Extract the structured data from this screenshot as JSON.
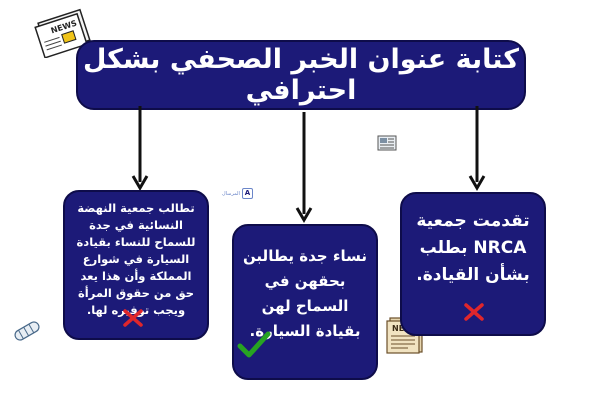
{
  "title": "كتابة عنوان الخبر الصحفي بشكل احترافي",
  "cards": {
    "left": "تطالب جمعية النهضة النسائية في جدة للسماح للنساء بقيادة السيارة في شوارع المملكة وأن هذا يعد حق من حقوق المرأة ويجب توفيره لها.",
    "middle": "نساء جدة يطالبن بحقهن في السماح لهن بقيادة السيارة.",
    "right": "تقدمت جمعية NRCA بطلب بشأن القيادة."
  },
  "logo_text": "المرسال",
  "logo_letter": "A",
  "newspaper_word": "NEWS",
  "colors": {
    "box": "#1c1a78",
    "cross": "#e0262b",
    "check": "#27a322",
    "arrow": "#111111"
  }
}
